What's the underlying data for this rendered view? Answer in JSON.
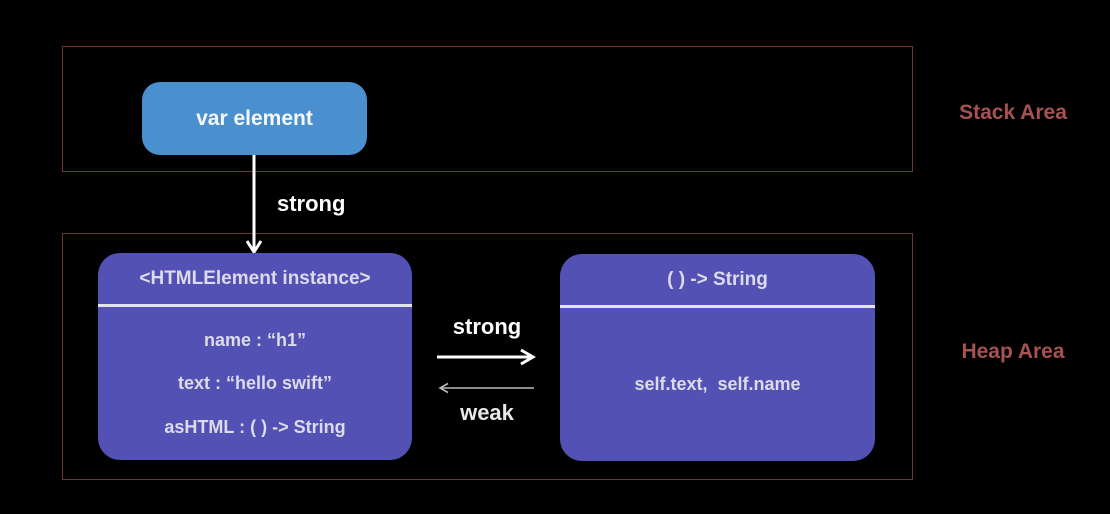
{
  "colors": {
    "background": "#000000",
    "region_border": "#713531",
    "region_label": "#a65251",
    "stack_box": "#4b90ce",
    "heap_box": "#5351b4",
    "box_text": "#dbdbe9",
    "divider": "#e3e3ee",
    "arrow_strong": "#ffffff",
    "arrow_weak": "#b9b9b9"
  },
  "regions": {
    "stack": {
      "label": "Stack Area"
    },
    "heap": {
      "label": "Heap Area"
    }
  },
  "stack": {
    "var_box": {
      "label": "var element"
    }
  },
  "heap": {
    "instance_box": {
      "title": "<HTMLElement instance>",
      "rows": [
        "name : “h1”",
        "text : “hello swift”",
        "asHTML : ( ) -> String"
      ]
    },
    "closure_box": {
      "title": "( ) -> String",
      "body": "self.text,  self.name"
    }
  },
  "edges": {
    "var_to_instance": {
      "label": "strong"
    },
    "instance_to_closure": {
      "label": "strong"
    },
    "closure_to_instance": {
      "label": "weak"
    }
  }
}
